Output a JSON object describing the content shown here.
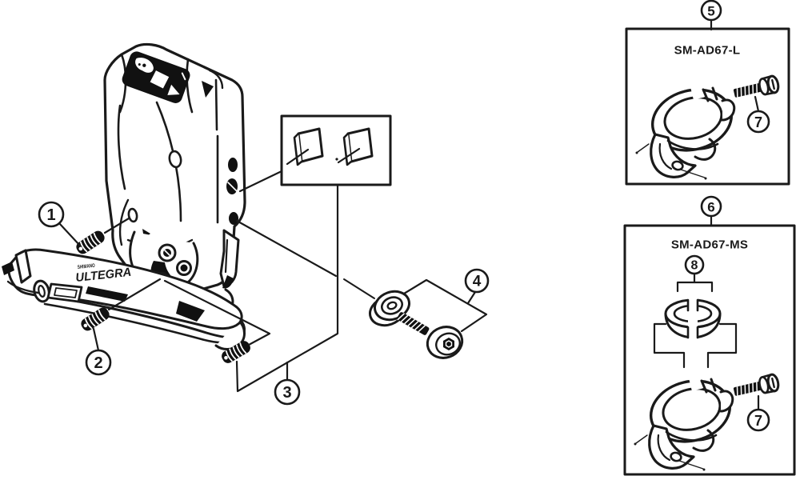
{
  "page": {
    "background": "#ffffff",
    "ink": "#1a1a1a",
    "description_type": "exploded-parts-diagram"
  },
  "figure": {
    "brand_text": "SHIMANO",
    "model_text": "ULTEGRA"
  },
  "boxes": {
    "box5": {
      "label": "SM-AD67-L"
    },
    "box6": {
      "label": "SM-AD67-MS"
    }
  },
  "callouts": {
    "c1": "1",
    "c2": "2",
    "c3": "3",
    "c4": "4",
    "c5": "5",
    "c6": "6",
    "c7": "7",
    "c8": "8"
  }
}
